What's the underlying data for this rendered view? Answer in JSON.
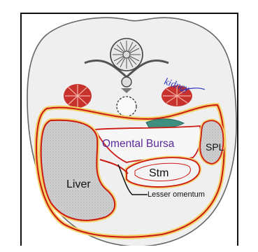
{
  "labels": {
    "omental_bursa": "Omental Bursa",
    "spleen": "SPL",
    "stomach": "Stm",
    "liver": "Liver",
    "lesser_omentum": "Lesser omentum",
    "kidney_handwritten": "kidney"
  },
  "colors": {
    "outline": "#cc1a12",
    "peritoneum": "#f4d26a",
    "bursa_text": "#5a2a9a",
    "handwriting": "#2a35c0",
    "organ_fill": "#d3d3d3",
    "body_fill": "#f0f0f0",
    "kidney": "#c8322c",
    "pancreas": "#3f8f80"
  }
}
